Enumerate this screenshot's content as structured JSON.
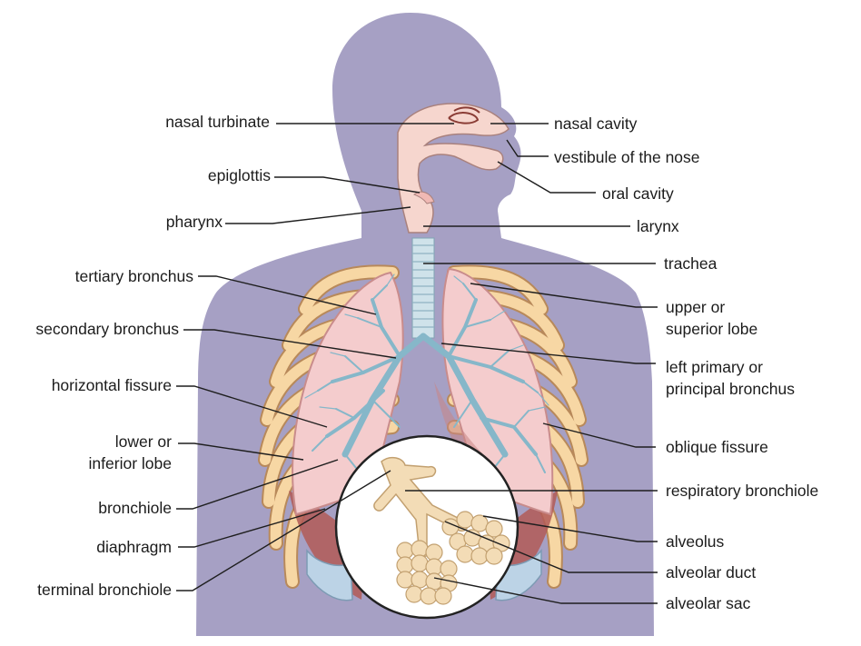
{
  "colors": {
    "silhouette": "#a6a0c4",
    "lung": "#f4cccd",
    "lung_edge": "#c98c8c",
    "rib": "#f7d7a4",
    "rib_edge": "#b8895a",
    "airway": "#cfe2ea",
    "bronchi": "#86b7c9",
    "muscle": "#b15a57",
    "alveoli": "#f3dcb6",
    "leader": "#1e1e1e"
  },
  "labels_left": [
    {
      "id": "nasal-turbinate",
      "text": "nasal turbinate"
    },
    {
      "id": "epiglottis",
      "text": "epiglottis"
    },
    {
      "id": "pharynx",
      "text": "pharynx"
    },
    {
      "id": "tertiary-bronchus",
      "text": "tertiary bronchus"
    },
    {
      "id": "secondary-bronchus",
      "text": "secondary bronchus"
    },
    {
      "id": "horizontal-fissure",
      "text": "horizontal fissure"
    },
    {
      "id": "lower-lobe",
      "lines": [
        "lower or",
        "inferior lobe"
      ]
    },
    {
      "id": "bronchiole",
      "text": "bronchiole"
    },
    {
      "id": "diaphragm",
      "text": "diaphragm"
    },
    {
      "id": "terminal-bronchiole",
      "text": "terminal bronchiole"
    }
  ],
  "labels_right": [
    {
      "id": "nasal-cavity",
      "text": "nasal cavity"
    },
    {
      "id": "vestibule",
      "text": "vestibule of the nose"
    },
    {
      "id": "oral-cavity",
      "text": "oral cavity"
    },
    {
      "id": "larynx",
      "text": "larynx"
    },
    {
      "id": "trachea",
      "text": "trachea"
    },
    {
      "id": "upper-lobe",
      "lines": [
        "upper or",
        "superior lobe"
      ]
    },
    {
      "id": "left-primary-bronchus",
      "lines": [
        "left primary or",
        "principal bronchus"
      ]
    },
    {
      "id": "oblique-fissure",
      "text": "oblique fissure"
    },
    {
      "id": "respiratory-bronchiole",
      "text": "respiratory bronchiole"
    },
    {
      "id": "alveolus",
      "text": "alveolus"
    },
    {
      "id": "alveolar-duct",
      "text": "alveolar duct"
    },
    {
      "id": "alveolar-sac",
      "text": "alveolar sac"
    }
  ]
}
